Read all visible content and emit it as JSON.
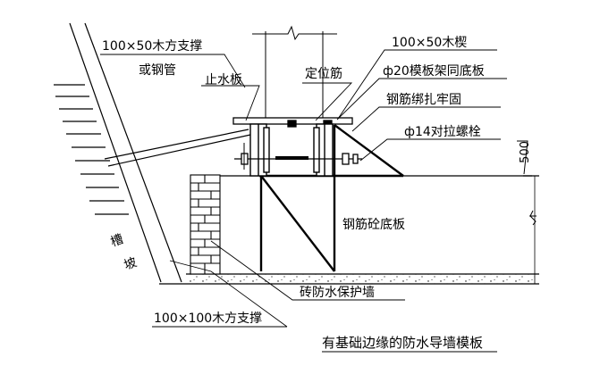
{
  "labels": {
    "brace_top_line1": "100×50木方支撑",
    "brace_top_line2": "或钢管",
    "stop_board": "止水板",
    "locating_bar": "定位筋",
    "batten": "100×50木楔",
    "rebar_frame": "ф20模板架同底板",
    "rebar_tie": "钢筋绑扎牢固",
    "tie_bolt": "ф14对拉螺栓",
    "dimension": "500",
    "rc_slab": "钢筋砼底板",
    "trench_slope_1": "槽",
    "trench_slope_2": "坡",
    "brick_wall": "砖防水保护墙",
    "brace_bottom": "100×100木方支撑",
    "caption": "有基础边缘的防水导墙模板"
  },
  "colors": {
    "line": "#000000",
    "background": "#ffffff"
  }
}
